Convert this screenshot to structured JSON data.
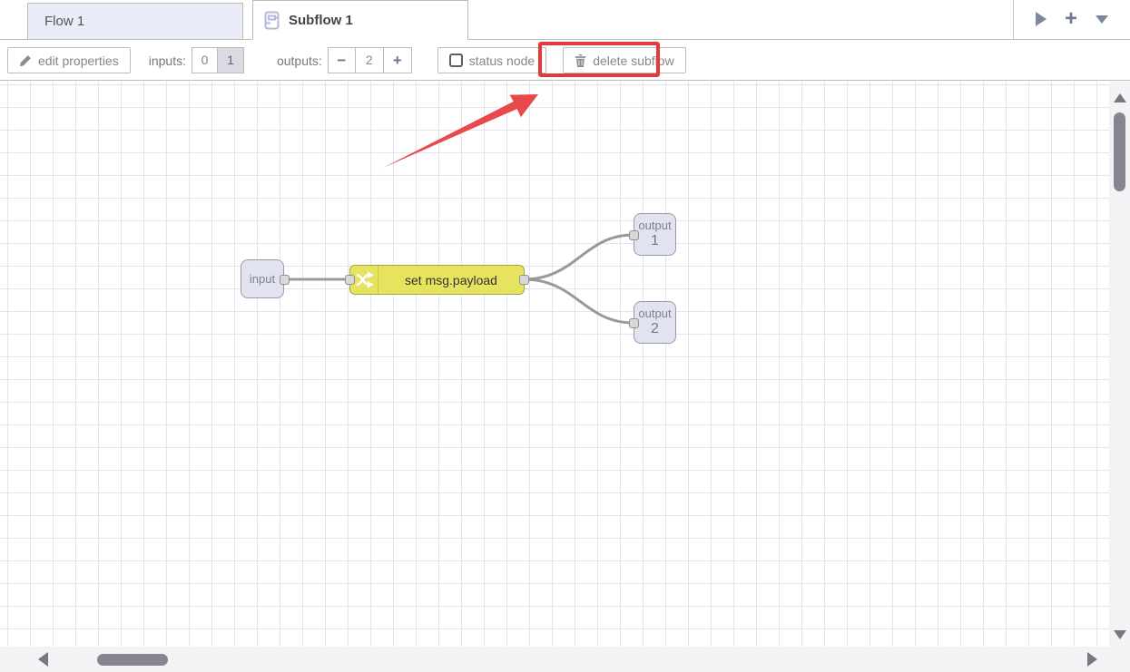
{
  "tabs": {
    "flow1": {
      "label": "Flow 1"
    },
    "subflow1": {
      "label": "Subflow 1"
    }
  },
  "tabbar": {
    "add_label": "+",
    "icons": [
      "scroll-right-icon",
      "add-flow-icon",
      "tab-list-chevron-icon"
    ]
  },
  "toolbar": {
    "edit_properties": "edit properties",
    "inputs_label": "inputs:",
    "inputs_options": [
      "0",
      "1"
    ],
    "inputs_selected": "1",
    "outputs_label": "outputs:",
    "minus_icon": "−",
    "outputs_value": "2",
    "plus_icon": "+",
    "status_node": "status node",
    "status_node_checked": false,
    "delete_subflow": "delete subflow"
  },
  "canvas": {
    "nodes": {
      "input": {
        "label": "input"
      },
      "change": {
        "label": "set msg.payload"
      },
      "output1": {
        "line1": "output",
        "line2": "1"
      },
      "output2": {
        "line1": "output",
        "line2": "2"
      }
    },
    "wires": [
      "input → set msg.payload",
      "set msg.payload → output 1",
      "set msg.payload → output 2"
    ]
  },
  "annotation": {
    "type": "red arrow pointing to highlighted delete subflow button"
  },
  "colors": {
    "annotation_red": "#e23b3b",
    "change_node_yellow": "#e6e45f",
    "port_node_lavender": "#e2e3f0",
    "wire_grey": "#999999",
    "grid_line": "#e4e4f1",
    "tab_inactive_bg": "#e9ebf7"
  }
}
